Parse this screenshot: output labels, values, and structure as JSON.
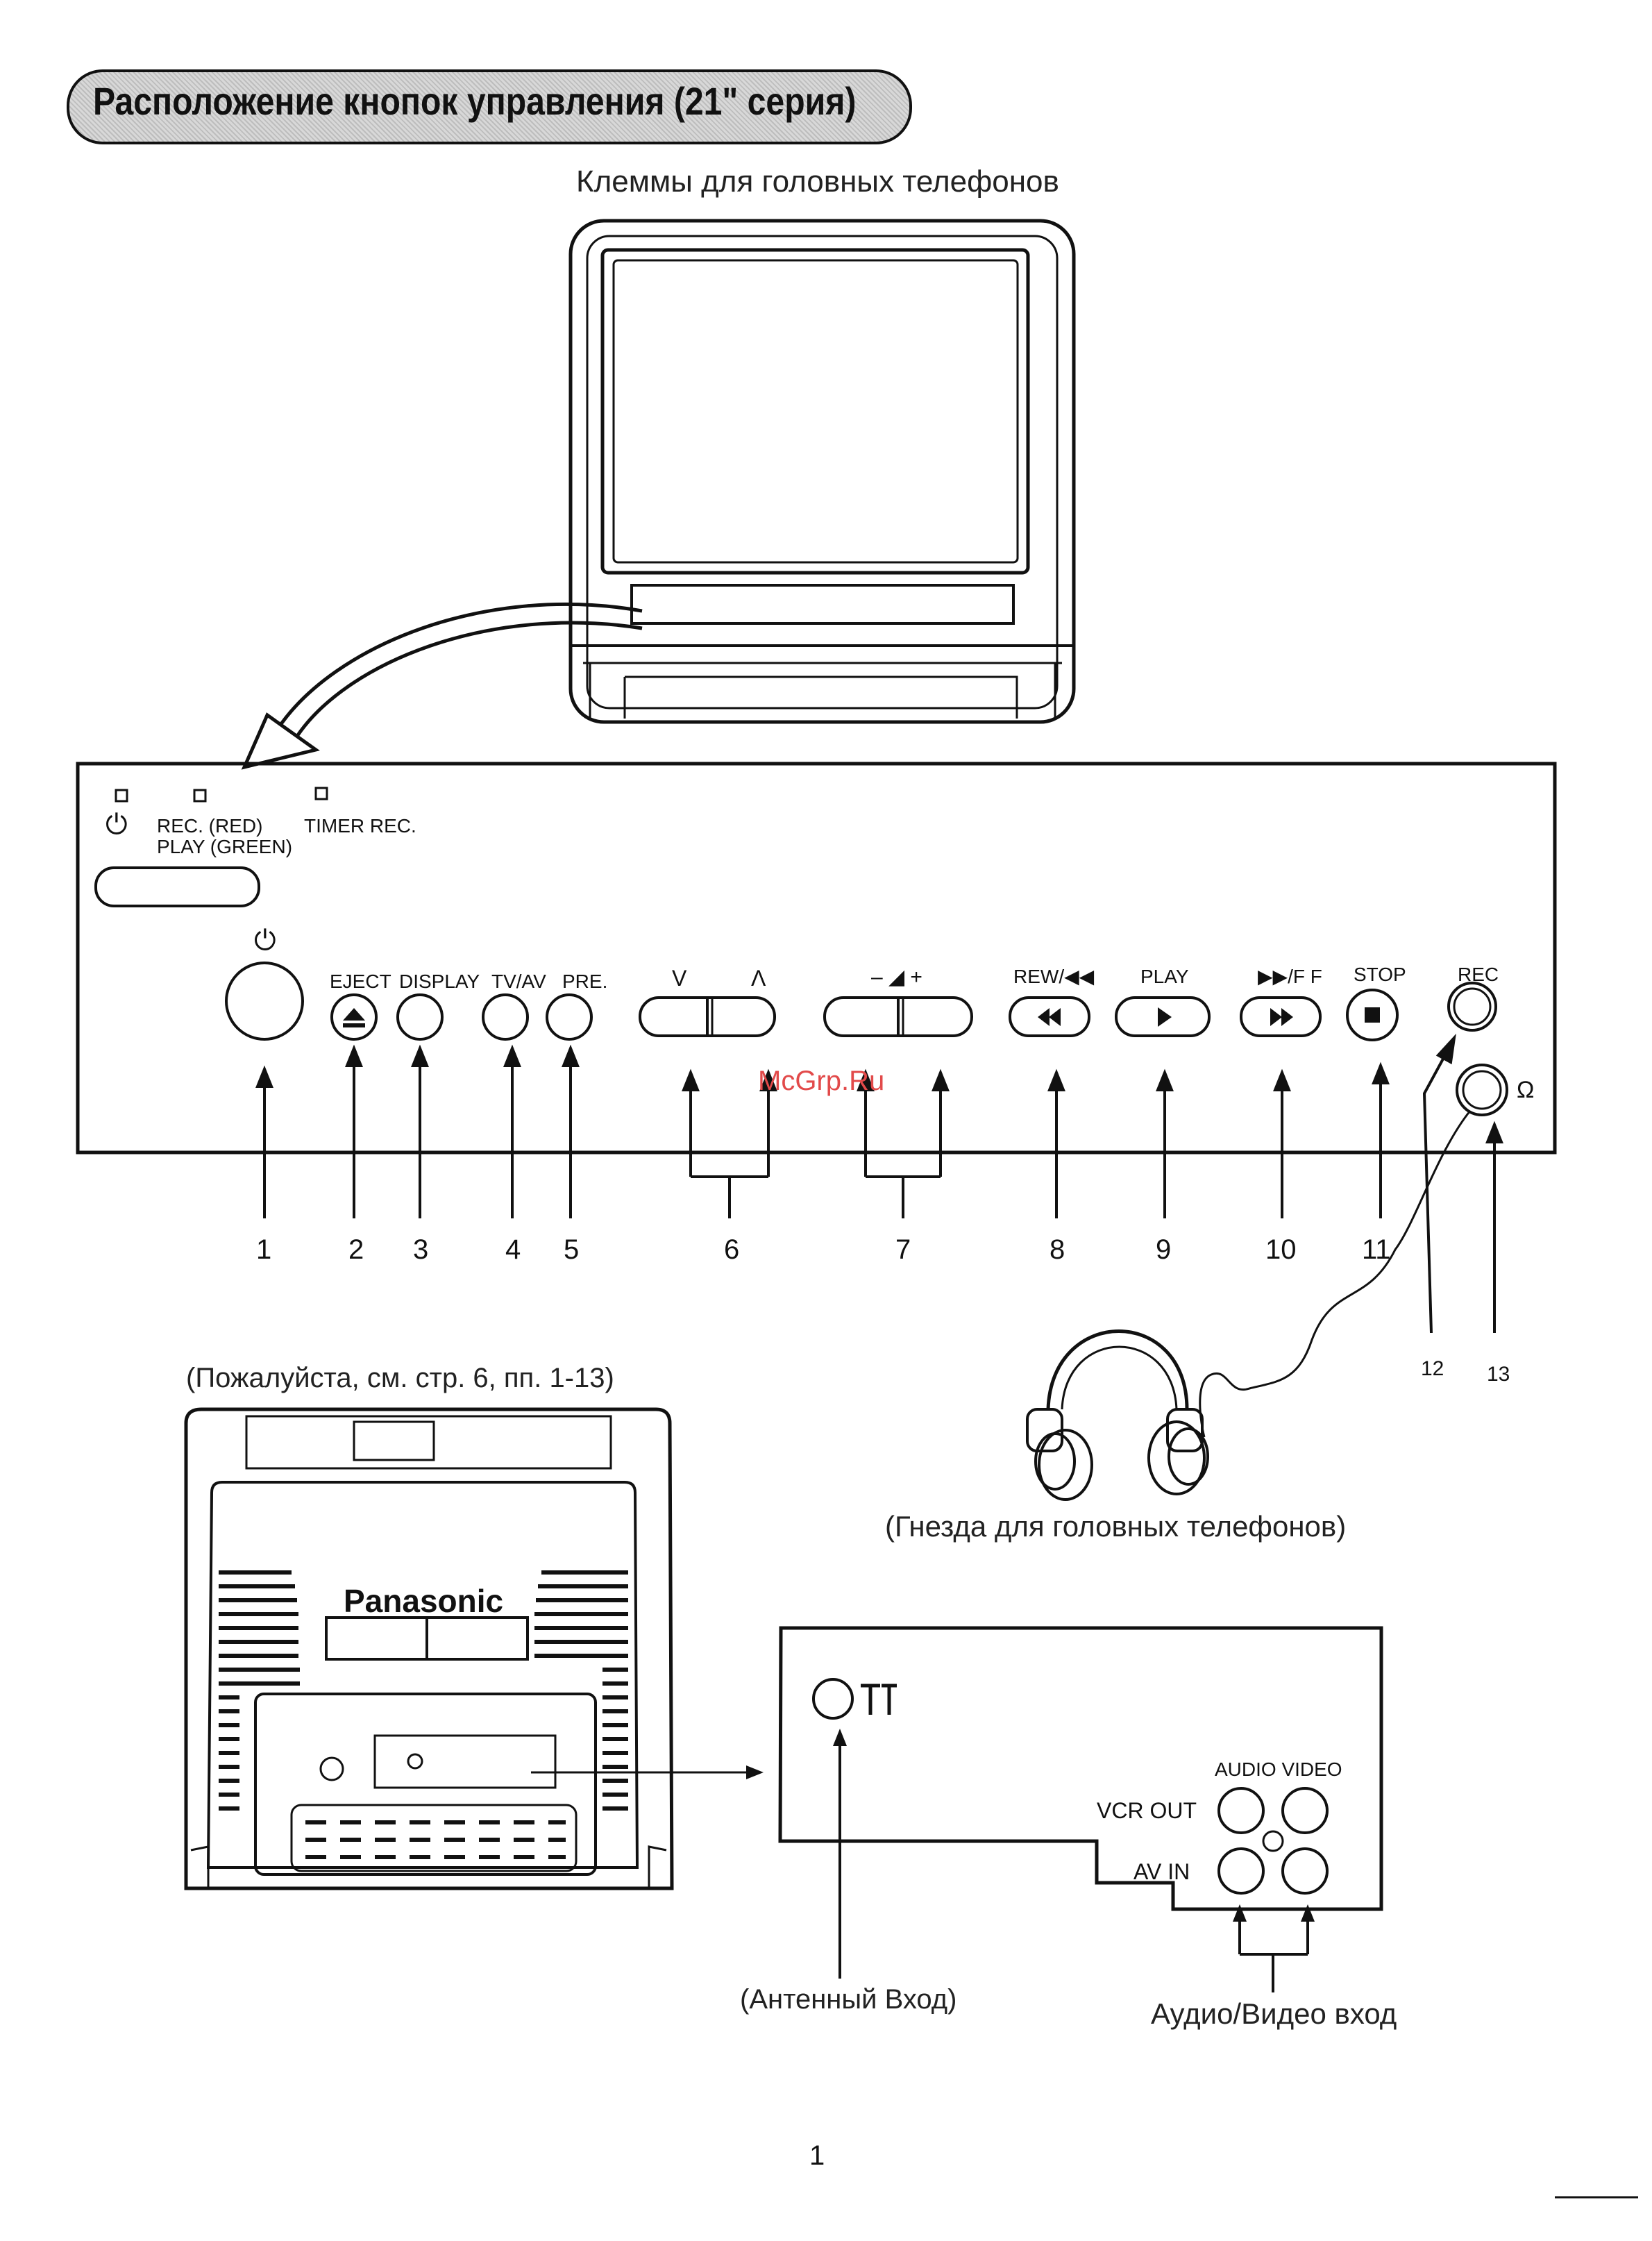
{
  "title": "Расположение кнопок управления (21\" серия)",
  "captions": {
    "headphone_terminals": "Клеммы для головных телефонов",
    "see_page": "(Пожалуйста, см. стр. 6, пп. 1-13)",
    "headphone_jack": "(Гнезда для головных телефонов)",
    "antenna_input": "(Антенный Вход)",
    "av_input": "Аудио/Видео вход"
  },
  "panel": {
    "indicator_rec": "REC. (RED)",
    "indicator_play": "PLAY (GREEN)",
    "indicator_timer": "TIMER REC.",
    "power_symbol": "⏻",
    "headphone_symbol": "Ω",
    "buttons": {
      "eject": "EJECT",
      "display": "DISPLAY",
      "tvav": "TV/AV",
      "pre": "PRE.",
      "ch_down": "V",
      "ch_up": "Λ",
      "vol": "–  ◢  +",
      "rew": "REW/◀◀",
      "play": "PLAY",
      "ff": "▶▶/F F",
      "stop": "STOP",
      "rec": "REC"
    },
    "numbers": [
      "1",
      "2",
      "3",
      "4",
      "5",
      "6",
      "7",
      "8",
      "9",
      "10",
      "11",
      "12",
      "13"
    ]
  },
  "rear": {
    "brand": "Panasonic",
    "audio_video_label": "AUDIO VIDEO",
    "vcr_out": "VCR OUT",
    "av_in": "AV IN"
  },
  "watermark": "McGrp.Ru",
  "page_number": "1"
}
